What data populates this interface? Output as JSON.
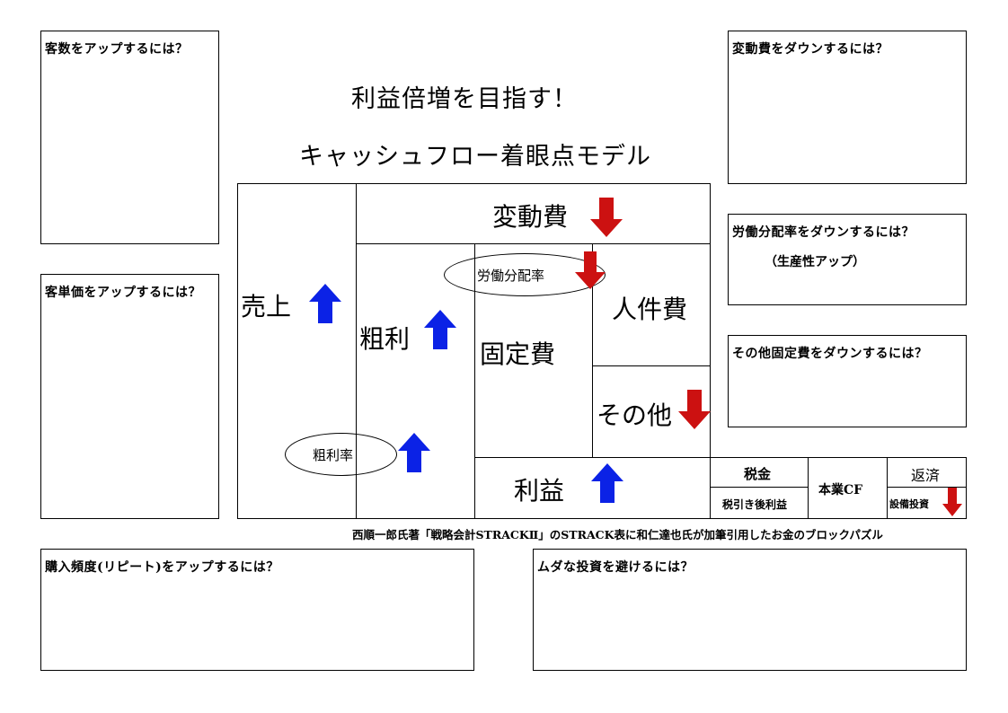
{
  "title_line1": "利益倍増を目指す！",
  "title_line2": "キャッシュフロー着眼点モデル",
  "questions": {
    "customers": "客数をアップするには？",
    "unit_price": "客単価をアップするには？",
    "frequency": "購入頻度(リピート)をアップするには？",
    "waste": "ムダな投資を避けるには？",
    "variable_cost": "変動費をダウンするには？",
    "labor_share": "労働分配率をダウンするには？",
    "labor_share_sub": "（生産性アップ）",
    "other_fixed": "その他固定費をダウンするには？"
  },
  "blocks": {
    "sales": "売上",
    "gross_profit": "粗利",
    "variable_cost": "変動費",
    "fixed_cost": "固定費",
    "personnel": "人件費",
    "other": "その他",
    "profit": "利益",
    "tax": "税金",
    "after_tax": "税引き後利益",
    "operating_cf": "本業CF",
    "repayment": "返済",
    "capex": "設備投資",
    "labor_share_ratio": "労働分配率",
    "gross_margin": "粗利率"
  },
  "caption": "西順一郎氏著「戦略会計STRACKⅡ」のSTRACK表に和仁達也氏が加筆引用したお金のブロックパズル",
  "colors": {
    "up_arrow": "#0b22e6",
    "down_arrow": "#cc1111"
  }
}
